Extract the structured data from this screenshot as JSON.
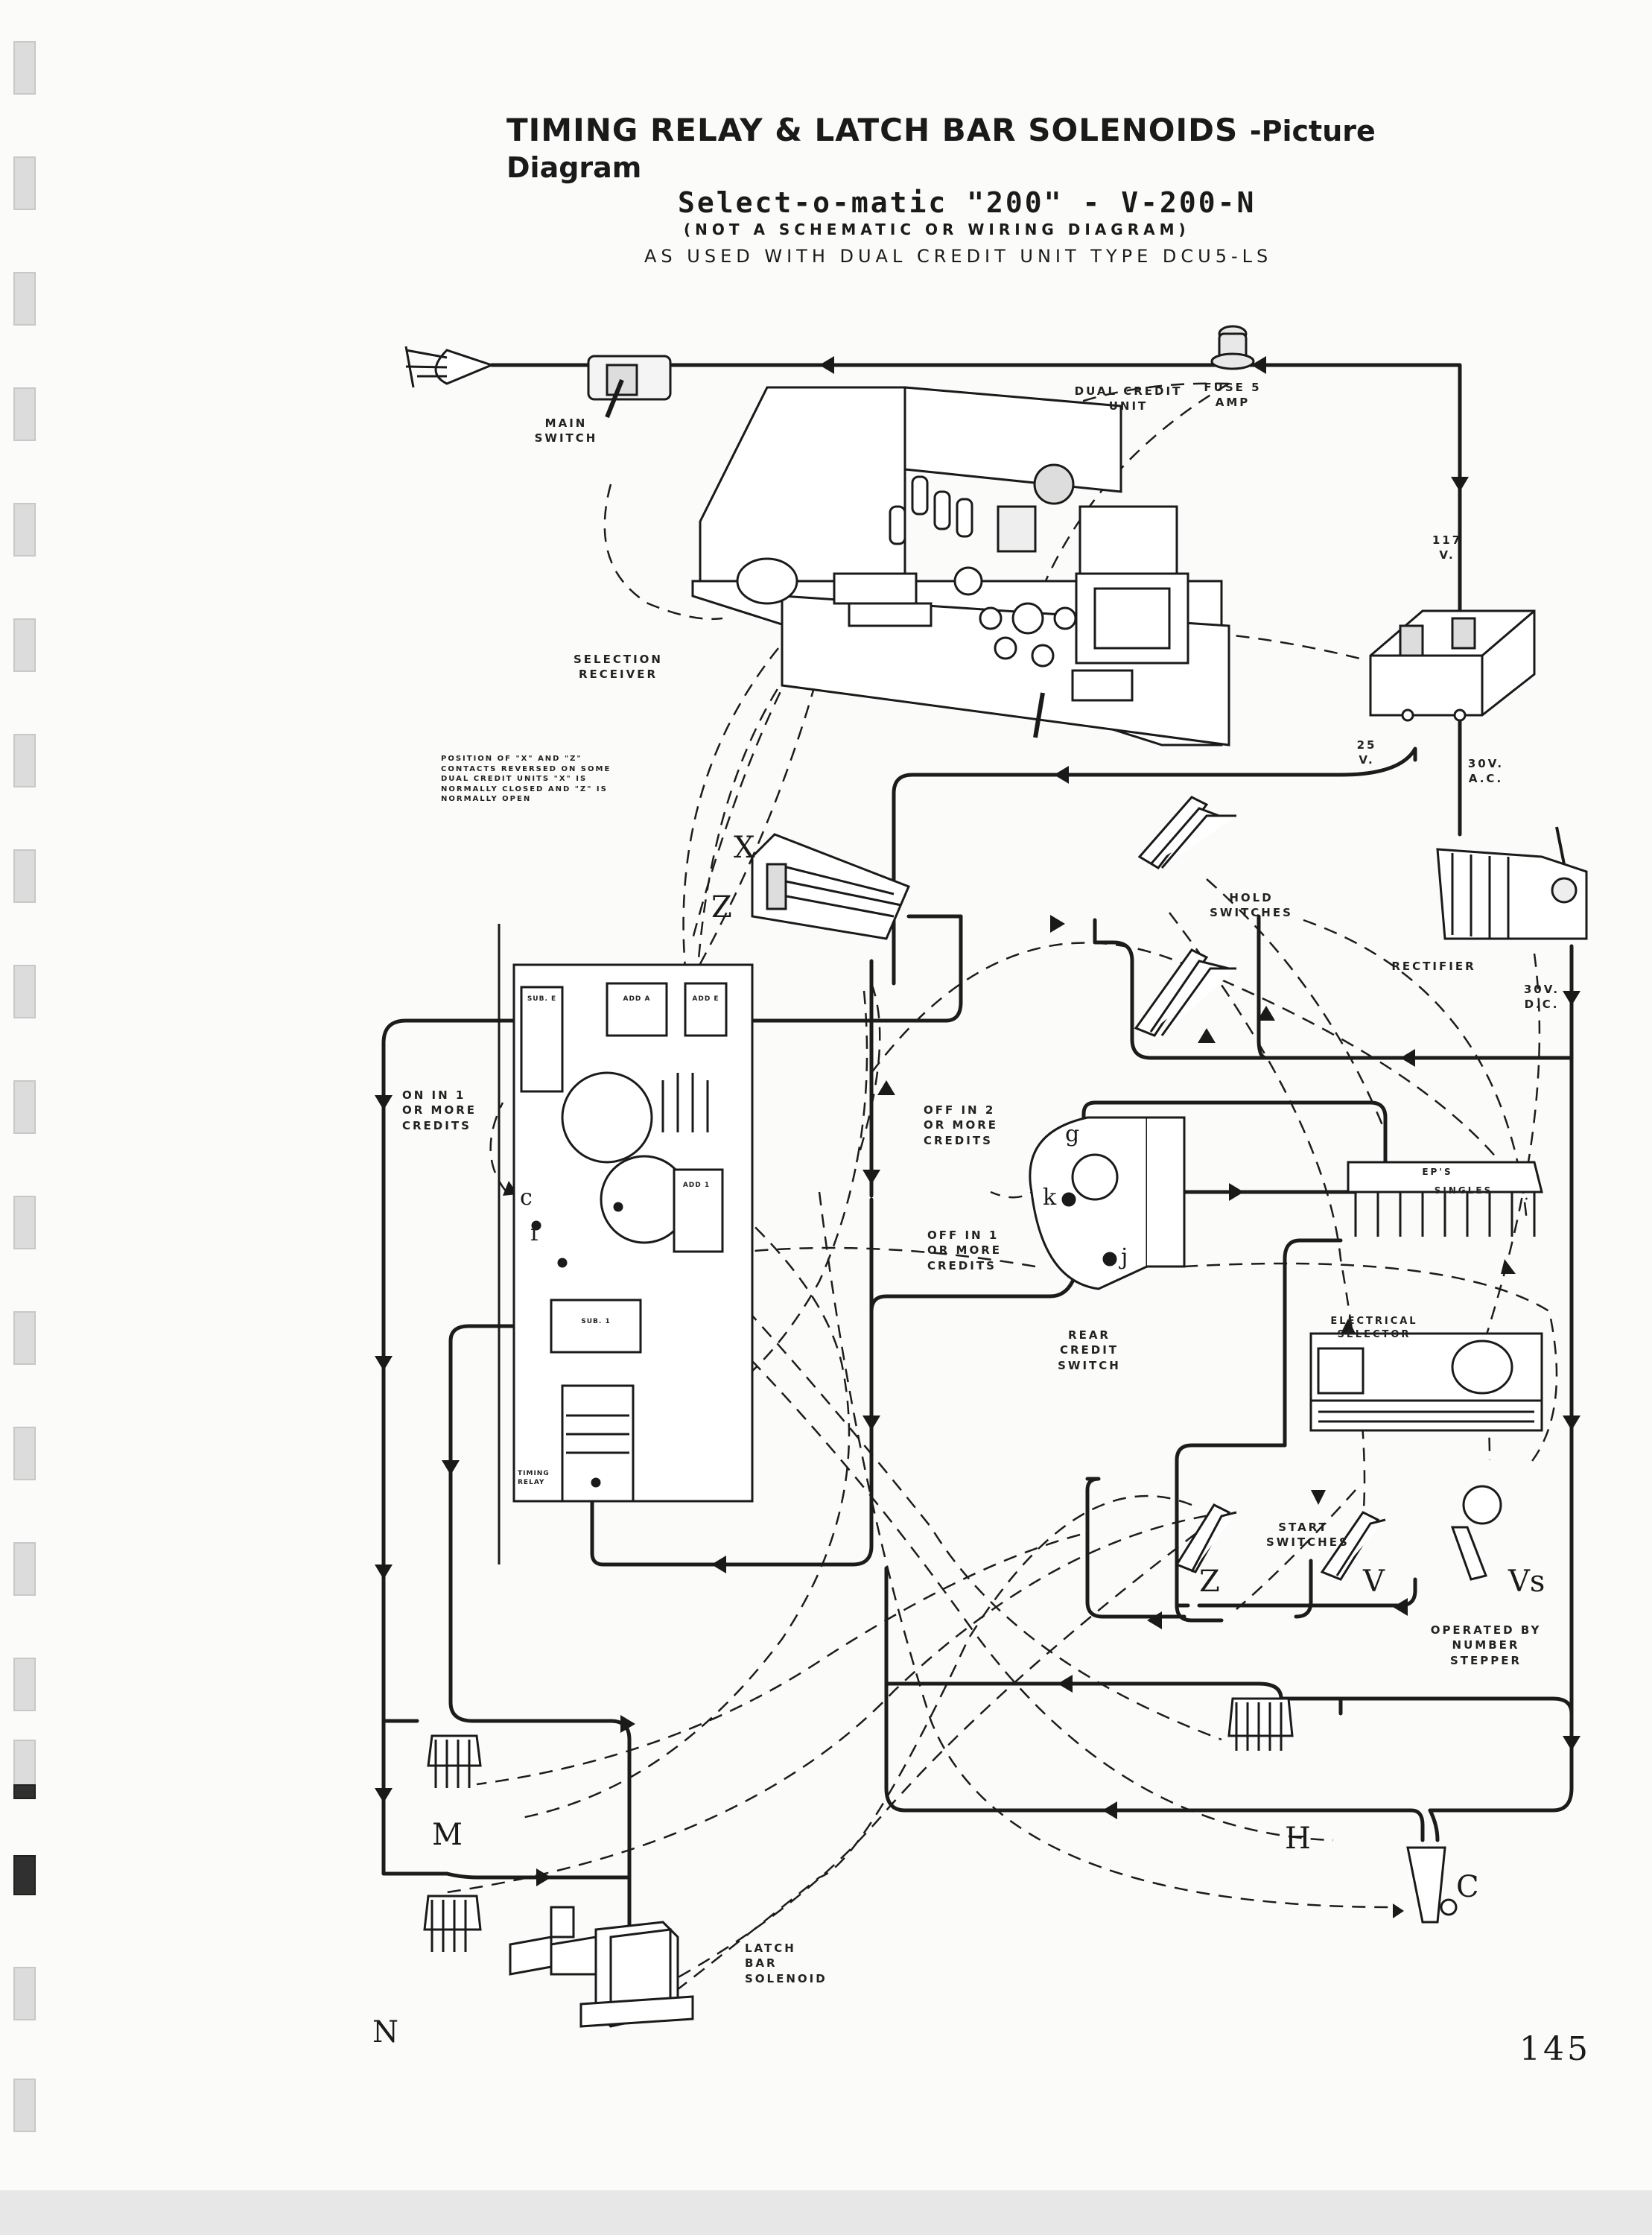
{
  "header": {
    "title_main": "TIMING RELAY & LATCH BAR SOLENOIDS",
    "title_suffix": "-Picture Diagram",
    "model": "Select-o-matic \"200\" - V-200-N",
    "disclaimer": "(NOT A SCHEMATIC OR WIRING DIAGRAM)",
    "usage": "AS USED WITH DUAL CREDIT UNIT TYPE DCU5-LS"
  },
  "labels": {
    "main_switch": "MAIN SWITCH",
    "dual_credit_unit": "DUAL CREDIT UNIT",
    "fuse": "FUSE 5 AMP",
    "v117": "117 V.",
    "selection_receiver": "SELECTION RECEIVER",
    "v25": "25 V.",
    "v30ac": "30V. A.C.",
    "v30dc": "30V. D.C.",
    "rectifier": "RECTIFIER",
    "hold_switches": "HOLD SWITCHES",
    "note_xz": "POSITION OF \"X\" AND \"Z\" CONTACTS REVERSED ON SOME DUAL CREDIT UNITS \"X\" IS NORMALLY CLOSED AND \"Z\" IS NORMALLY OPEN",
    "on_in_1": "ON IN 1 OR MORE CREDITS",
    "off_in_2": "OFF IN 2 OR MORE CREDITS",
    "off_in_1": "OFF IN 1 OR MORE CREDITS",
    "rear_credit_switch": "REAR CREDIT SWITCH",
    "electrical_selector": "ELECTRICAL SELECTOR",
    "eps": "EP'S",
    "singles": "SINGLES",
    "start_switches": "START SWITCHES",
    "operated_by": "OPERATED BY NUMBER STEPPER",
    "latch_bar_solenoid": "LATCH BAR SOLENOID",
    "timing_relay": "TIMING RELAY",
    "sub_e": "SUB. E",
    "add_a": "ADD A",
    "add_e": "ADD E",
    "sub_1": "SUB. 1",
    "add_1": "ADD 1"
  },
  "letters": {
    "x": "X",
    "z": "Z",
    "z2": "Z",
    "v": "V",
    "vs": "Vs",
    "m": "M",
    "n": "N",
    "h": "H",
    "c": "C",
    "c_small": "c",
    "f_small": "f",
    "g_small": "g",
    "k_small": "k",
    "j_small": "j"
  },
  "footer": {
    "page_number": "145"
  }
}
